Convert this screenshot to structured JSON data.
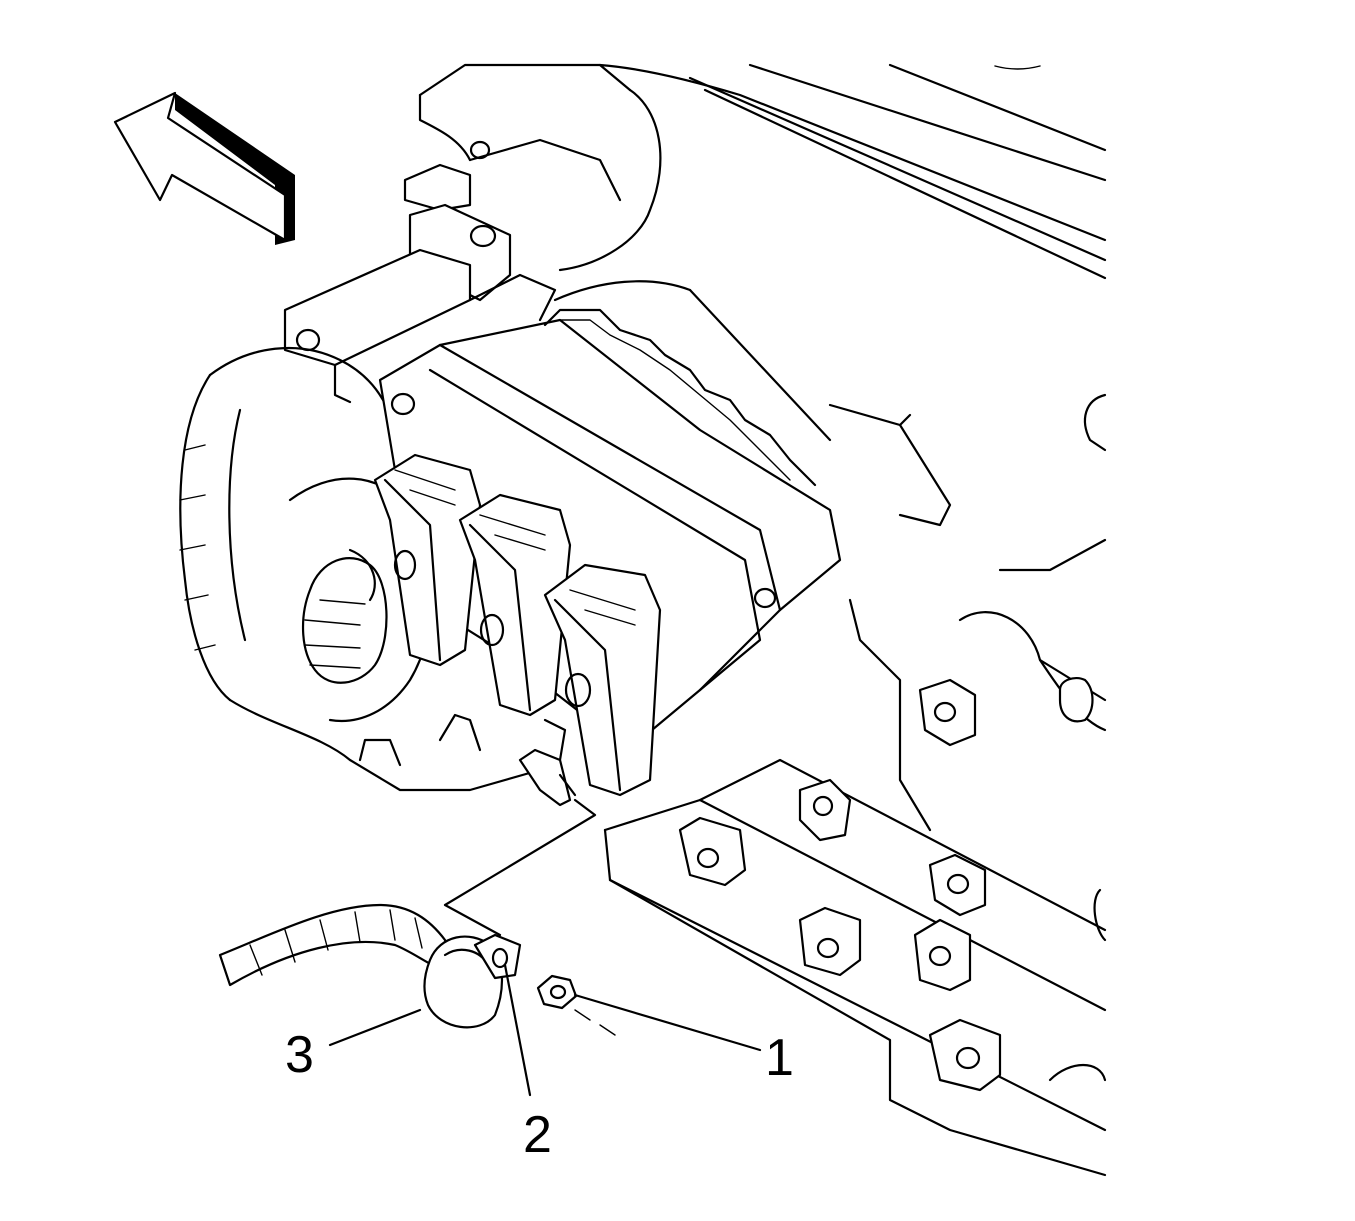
{
  "callouts": [
    {
      "id": "1",
      "label": "1"
    },
    {
      "id": "2",
      "label": "2"
    },
    {
      "id": "3",
      "label": "3"
    }
  ],
  "colors": {
    "line": "#000000",
    "background": "#ffffff"
  },
  "icons": {
    "direction": "front-direction-arrow-icon"
  }
}
